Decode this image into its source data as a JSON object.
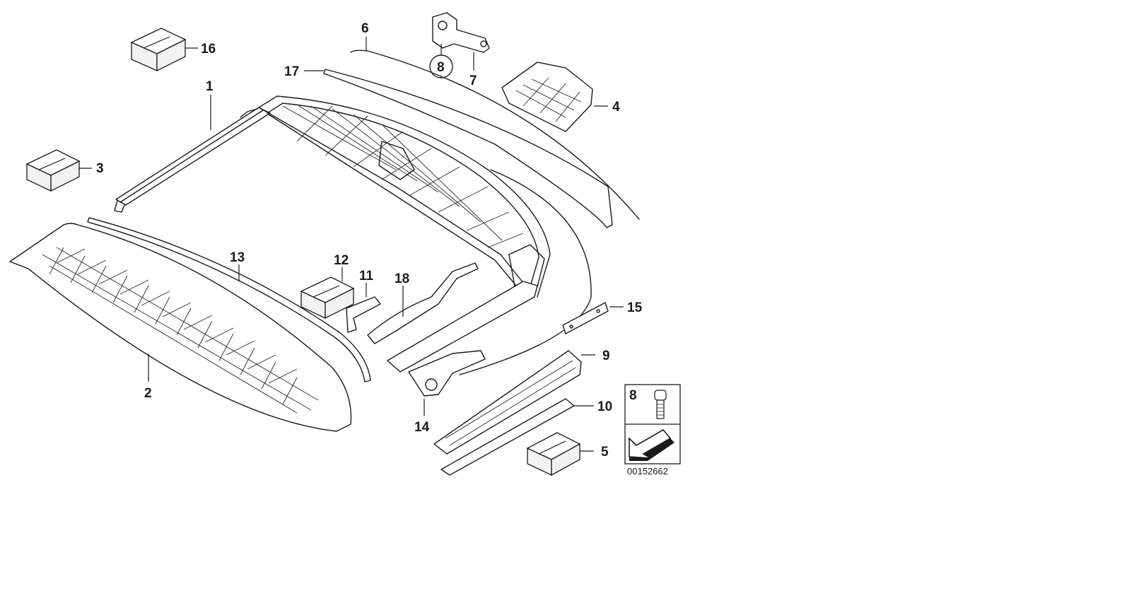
{
  "diagram": {
    "diagram_id": "00152662",
    "callouts": {
      "c1": "1",
      "c2": "2",
      "c3": "3",
      "c4": "4",
      "c5": "5",
      "c6": "6",
      "c7": "7",
      "c8": "8",
      "c9": "9",
      "c10": "10",
      "c11": "11",
      "c12": "12",
      "c13": "13",
      "c14": "14",
      "c15": "15",
      "c16": "16",
      "c17": "17",
      "c18": "18"
    },
    "legend": {
      "screw_label": "8"
    }
  }
}
